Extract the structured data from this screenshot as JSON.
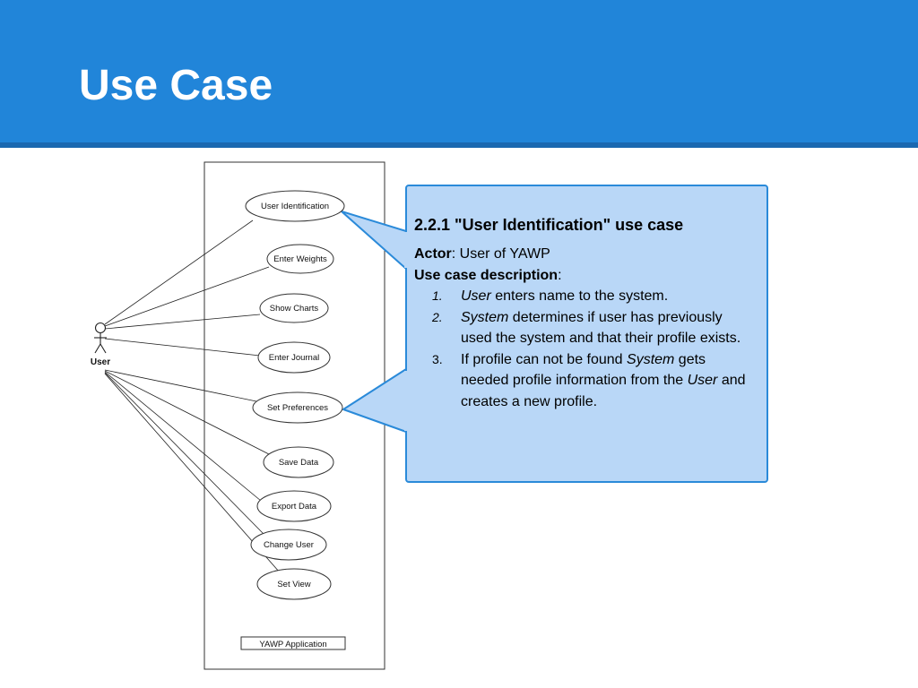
{
  "slide": {
    "title": "Use Case"
  },
  "diagram": {
    "system_name": "YAWP Application",
    "actor": "User",
    "use_cases": [
      "User Identification",
      "Enter Weights",
      "Show Charts",
      "Enter Journal",
      "Set Preferences",
      "Save Data",
      "Export Data",
      "Change User",
      "Set View"
    ]
  },
  "callout": {
    "heading": "2.2.1 \"User Identification\" use case",
    "actor_label": "Actor",
    "actor_value": ": User of YAWP",
    "description_label": "Use case description",
    "description_suffix": ":",
    "steps": [
      {
        "number": "1.",
        "subject": "User",
        "text": " enters name to the system."
      },
      {
        "number": "2.",
        "subject": "System",
        "text": " determines if user has previously used the system and that their profile exists."
      },
      {
        "number": "3.",
        "text_before": "If profile can not be found ",
        "subject": "System",
        "text_middle": " gets needed profile information from the ",
        "object": "User",
        "text_after": " and creates a new profile."
      }
    ]
  },
  "colors": {
    "title_bar": "#2185d9",
    "title_bar_edge": "#1a68b0",
    "callout_fill": "#b9d7f7",
    "callout_border": "#2a8ad9"
  }
}
